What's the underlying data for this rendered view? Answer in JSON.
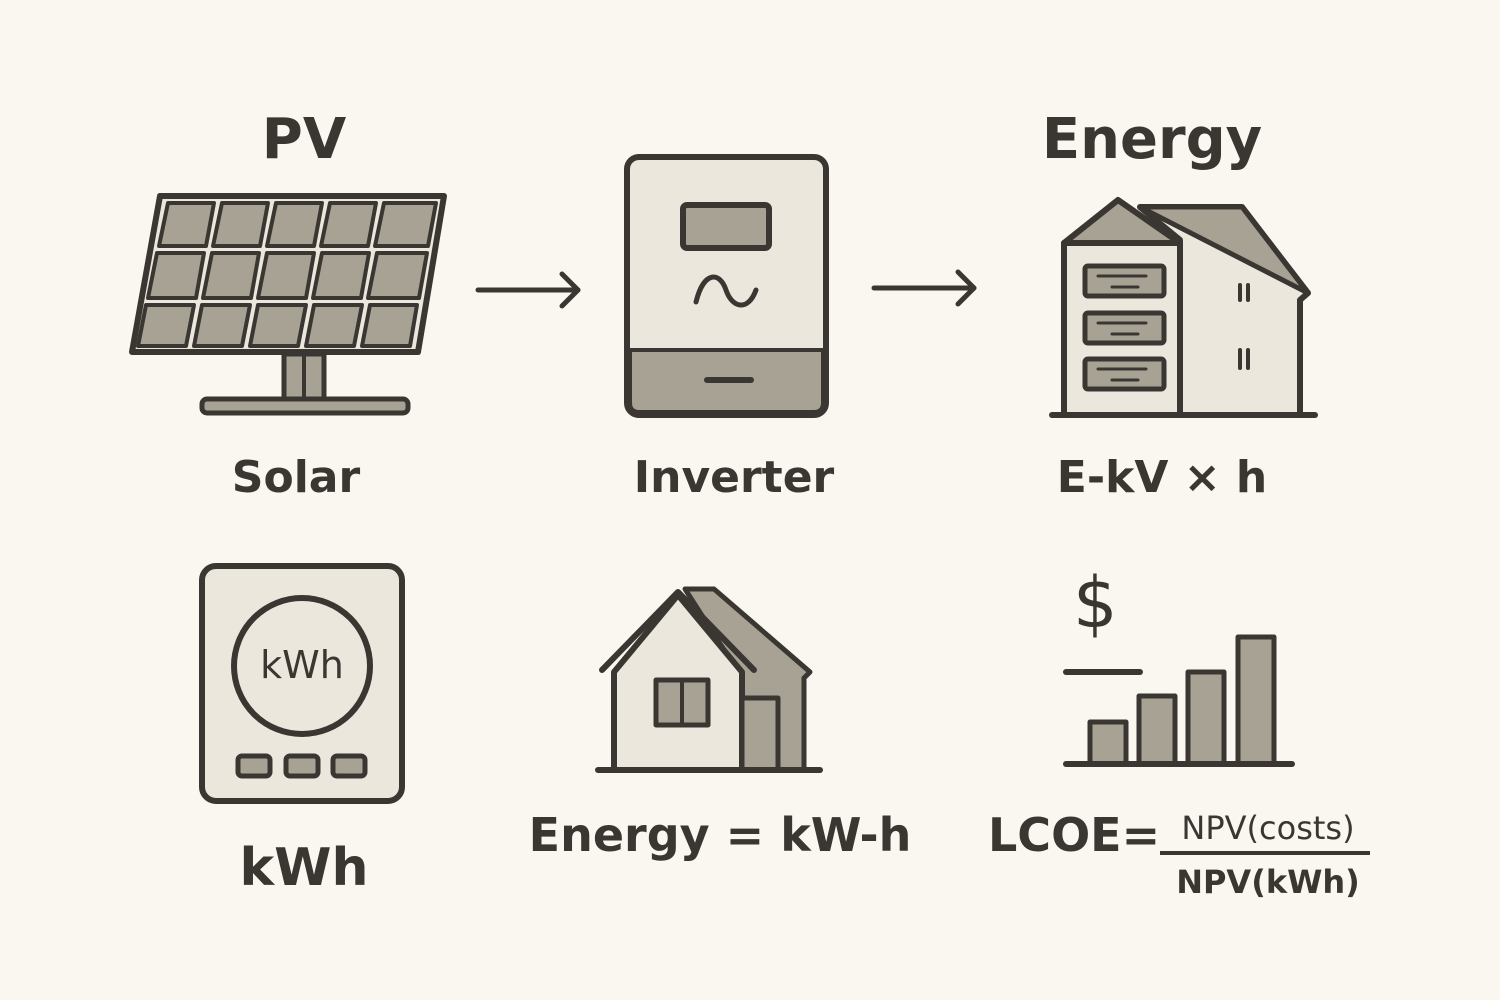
{
  "colors": {
    "background": "#faf7f0",
    "ink": "#3a3732",
    "fill_dark": "#a8a295",
    "fill_light": "#ece7dc"
  },
  "top_row": {
    "pv": {
      "heading": "PV",
      "caption": "Solar",
      "icon": "solar-panel-icon"
    },
    "inverter": {
      "caption": "Inverter",
      "icon": "inverter-icon",
      "symbol": "∿"
    },
    "energy": {
      "heading": "Energy",
      "caption": "E-kV × h",
      "icon": "battery-house-icon"
    }
  },
  "bottom_row": {
    "meter": {
      "dial_label": "kWh",
      "caption": "kWh",
      "icon": "energy-meter-icon"
    },
    "home": {
      "caption": "Energy = kW-h",
      "icon": "house-icon"
    },
    "lcoe": {
      "currency_symbol": "$",
      "lhs": "LCOE=",
      "numerator": "NPV(costs)",
      "denominator": "NPV(kWh)",
      "icon": "bar-chart-icon"
    }
  }
}
